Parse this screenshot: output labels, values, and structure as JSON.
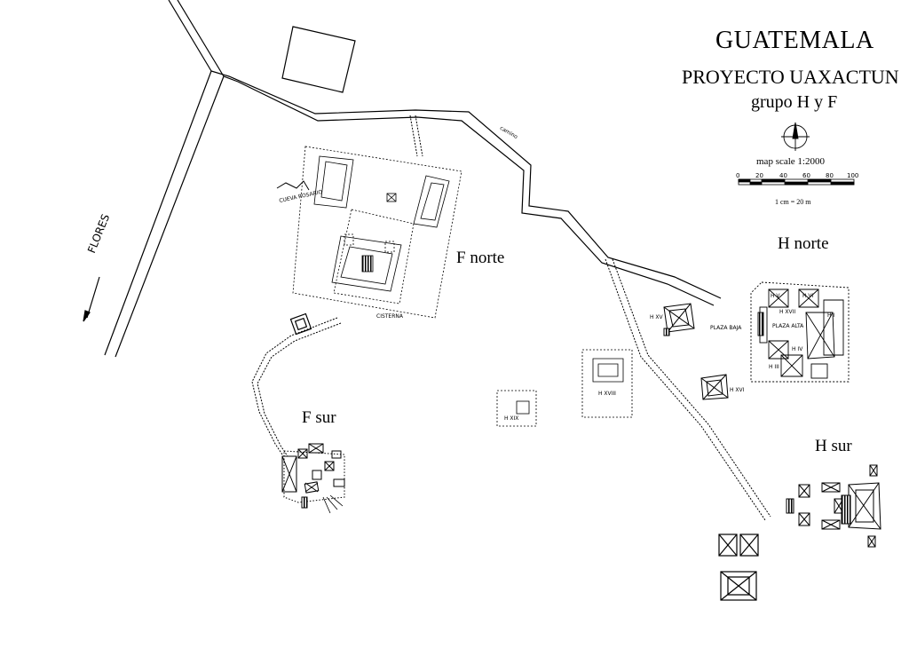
{
  "map": {
    "title": "GUATEMALA",
    "project": "PROYECTO UAXACTUN",
    "group": "grupo H y F",
    "scale_text": "map scale 1:2000",
    "scale_ticks": [
      "0",
      "20",
      "40",
      "60",
      "80",
      "100"
    ],
    "scale_note": "1 cm = 20 m",
    "direction_label": "FLORES",
    "compass_icon": "north-arrow-icon"
  },
  "groups": {
    "f_norte": "F norte",
    "f_sur": "F sur",
    "h_norte": "H norte",
    "h_sur": "H sur"
  },
  "small_labels": {
    "cueva_rosario": "CUEVA ROSARIO",
    "cisterna": "CISTERNA",
    "plaza_baja": "PLAZA BAJA",
    "plaza_alta": "PLAZA ALTA",
    "h_xv": "H XV",
    "h_xvi": "H XVI",
    "h_xvii": "H XVII",
    "h_xviii": "H XVIII",
    "h_xix": "H XIX",
    "h_i": "H I",
    "h_iv": "H IV",
    "h_v": "H V",
    "h_iii": "H III",
    "h_vi": "H VI",
    "camino": "camino"
  }
}
